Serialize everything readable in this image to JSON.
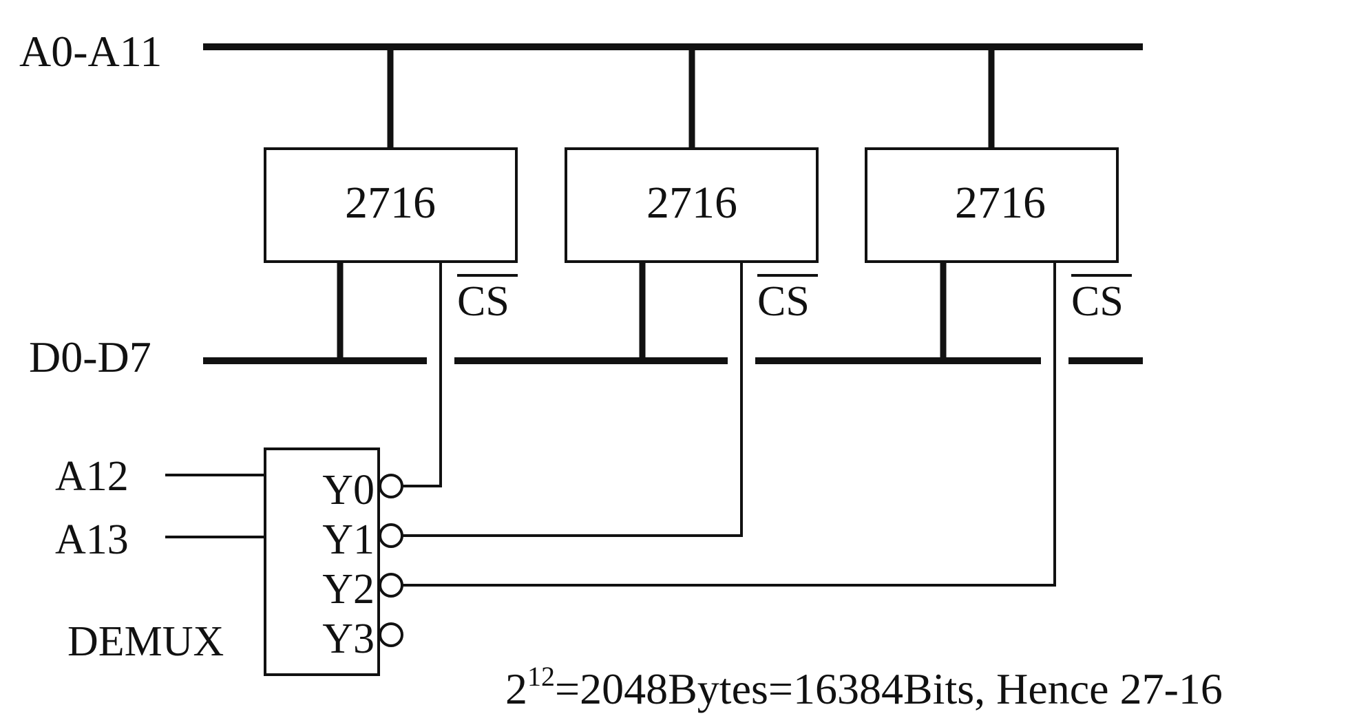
{
  "buses": {
    "address_label": "A0-A11",
    "data_label": "D0-D7"
  },
  "chips": [
    {
      "label": "2716",
      "cs_label": "CS"
    },
    {
      "label": "2716",
      "cs_label": "CS"
    },
    {
      "label": "2716",
      "cs_label": "CS"
    }
  ],
  "demux": {
    "label": "DEMUX",
    "inputs": [
      "A12",
      "A13"
    ],
    "outputs": [
      "Y0",
      "Y1",
      "Y2",
      "Y3"
    ]
  },
  "note": {
    "base": "2",
    "exponent": "12",
    "text": "=2048Bytes=16384Bits, Hence 27-16"
  }
}
